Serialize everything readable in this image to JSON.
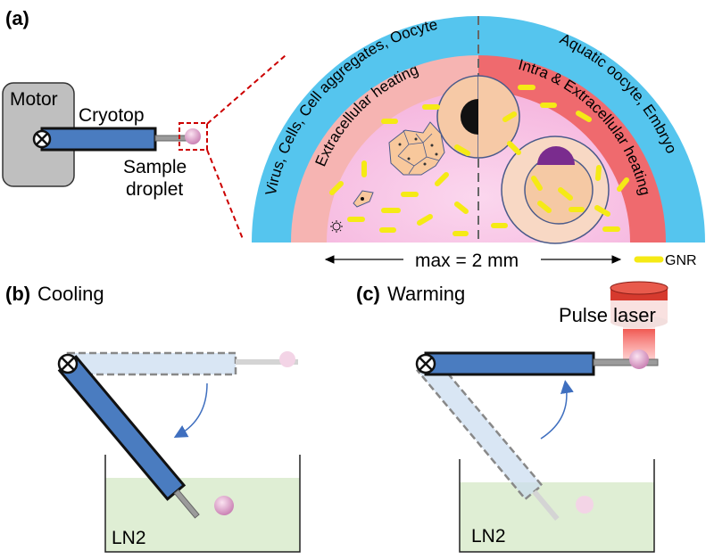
{
  "panel_a": {
    "label": "(a)",
    "motor": "Motor",
    "cryotop": "Cryotop",
    "sample_line1": "Sample",
    "sample_line2": "droplet",
    "outer_left": "Virus, Cells, Cell aggregates, Oocyte",
    "inner_left": "Extracellular heating",
    "outer_right": "Aquatic oocyte, Embryo",
    "inner_right": "Intra & Extracellular heating",
    "scale": "max = 2 mm",
    "legend": "GNR"
  },
  "panel_b": {
    "label": "(b)",
    "title": "Cooling",
    "bath": "LN2"
  },
  "panel_c": {
    "label": "(c)",
    "title": "Warming",
    "laser": "Pulse laser",
    "bath": "LN2"
  },
  "colors": {
    "outer_left": "#55c5ee",
    "inner_left": "#f6b4b2",
    "outer_right": "#55c5ee",
    "inner_right": "#ef6a6e",
    "droplet": "#f6c6e2",
    "cryotop": "#4a7cc0",
    "gnr": "#f5ea15",
    "laser": "#d63a2e",
    "ln2": "#dfeed4"
  }
}
